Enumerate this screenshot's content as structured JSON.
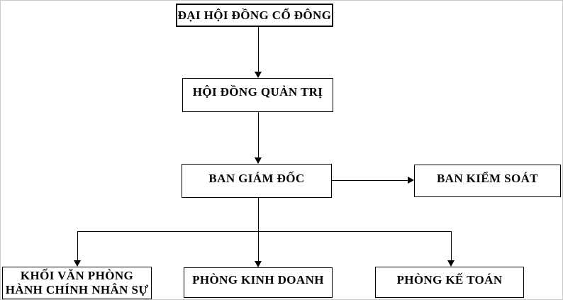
{
  "diagram": {
    "type": "org-chart",
    "language": "vi",
    "colors": {
      "background": "#ffffff",
      "box_border": "#000000",
      "box_fill": "#ffffff",
      "text": "#000000",
      "connector": "#000000"
    },
    "nodes": {
      "shareholders": {
        "label": "ĐẠI HỘI ĐỒNG CỔ ĐÔNG"
      },
      "board": {
        "label": "HỘI ĐỒNG QUẢN TRỊ"
      },
      "management": {
        "label": "BAN GIÁM ĐỐC"
      },
      "supervisory": {
        "label": "BAN KIỂM SOÁT"
      },
      "admin_hr": {
        "label_line1": "KHỐI VĂN PHÒNG",
        "label_line2": "HÀNH CHÍNH NHÂN SỰ"
      },
      "sales": {
        "label": "PHÒNG KINH DOANH"
      },
      "accounting": {
        "label": "PHÒNG KẾ TOÁN"
      }
    },
    "edges": [
      {
        "from": "shareholders",
        "to": "board",
        "arrow": "down"
      },
      {
        "from": "board",
        "to": "management",
        "arrow": "down"
      },
      {
        "from": "management",
        "to": "supervisory",
        "arrow": "right"
      },
      {
        "from": "management",
        "to": "admin_hr",
        "arrow": "down"
      },
      {
        "from": "management",
        "to": "sales",
        "arrow": "down"
      },
      {
        "from": "management",
        "to": "accounting",
        "arrow": "down"
      }
    ]
  }
}
